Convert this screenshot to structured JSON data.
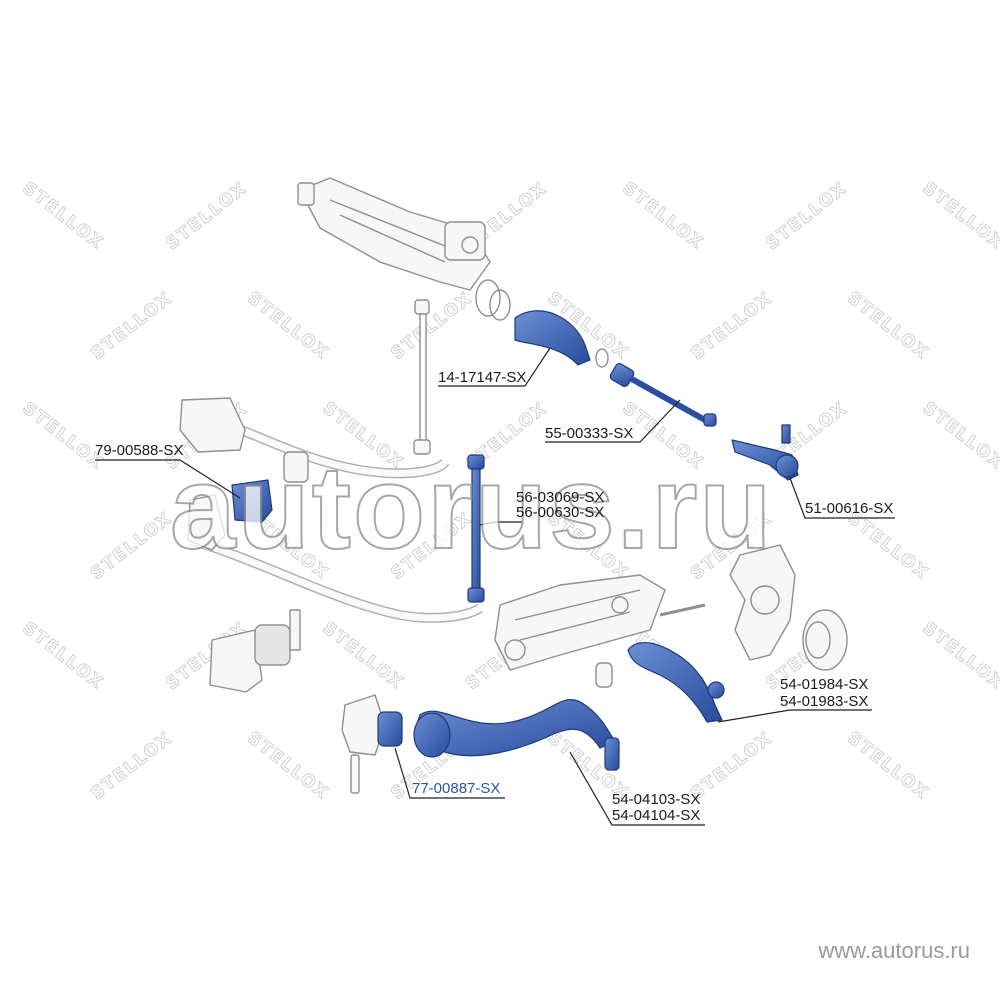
{
  "labels": {
    "boot": "14-17147-SX",
    "tie_rod": "55-00333-SX",
    "stab_bush": "79-00588-SX",
    "link_a": "56-03069-SX",
    "link_b": "56-00630-SX",
    "tie_rod_end": "51-00616-SX",
    "arm_right_a": "54-01984-SX",
    "arm_right_b": "54-01983-SX",
    "arm_bushing": "77-00887-SX",
    "arm_left_a": "54-04103-SX",
    "arm_left_b": "54-04104-SX"
  },
  "watermark": {
    "brand_text": "STELLOX",
    "logo_text": "autorus.ru",
    "url": "www.autorus.ru"
  },
  "colors": {
    "highlight": "#3b63b3",
    "highlight_label": "#2a55a3",
    "line": "#222222",
    "outline": "#8f8f8f"
  }
}
